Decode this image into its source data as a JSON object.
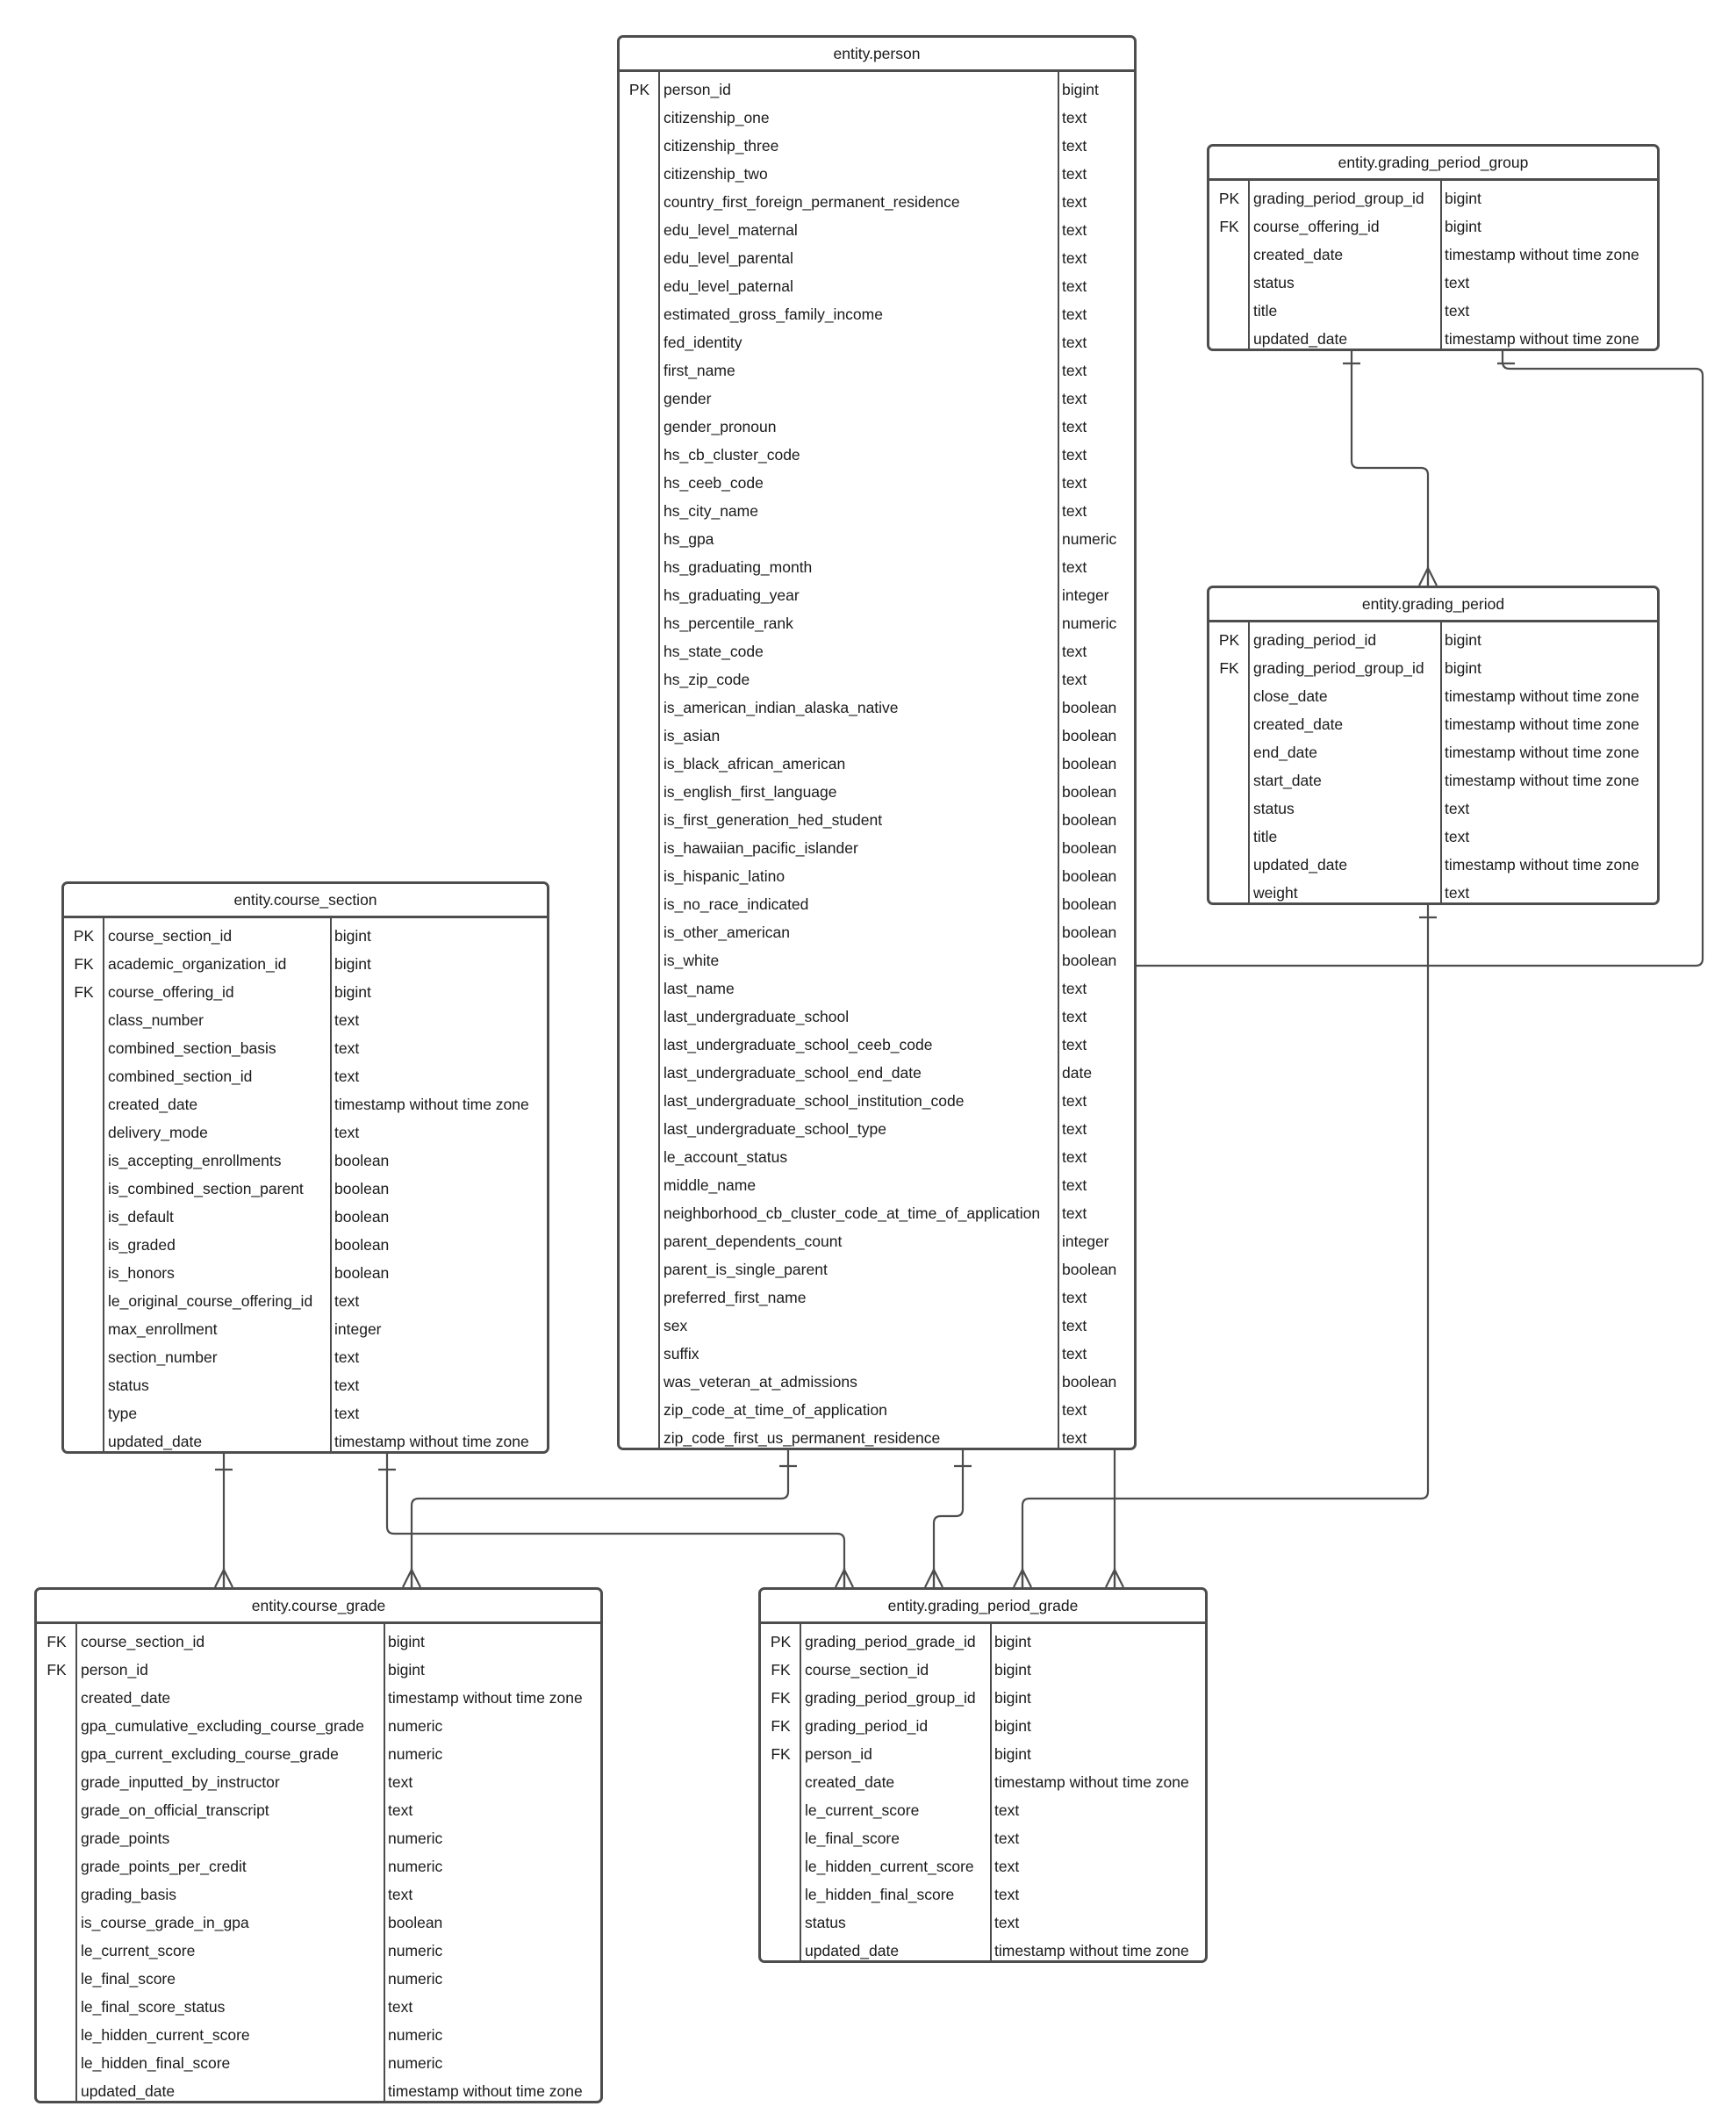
{
  "entities": {
    "person": {
      "title": "entity.person",
      "rows": [
        {
          "key": "PK",
          "name": "person_id",
          "type": "bigint"
        },
        {
          "key": "",
          "name": "citizenship_one",
          "type": "text"
        },
        {
          "key": "",
          "name": "citizenship_three",
          "type": "text"
        },
        {
          "key": "",
          "name": "citizenship_two",
          "type": "text"
        },
        {
          "key": "",
          "name": "country_first_foreign_permanent_residence",
          "type": "text"
        },
        {
          "key": "",
          "name": "edu_level_maternal",
          "type": "text"
        },
        {
          "key": "",
          "name": "edu_level_parental",
          "type": "text"
        },
        {
          "key": "",
          "name": "edu_level_paternal",
          "type": "text"
        },
        {
          "key": "",
          "name": "estimated_gross_family_income",
          "type": "text"
        },
        {
          "key": "",
          "name": "fed_identity",
          "type": "text"
        },
        {
          "key": "",
          "name": "first_name",
          "type": "text"
        },
        {
          "key": "",
          "name": "gender",
          "type": "text"
        },
        {
          "key": "",
          "name": "gender_pronoun",
          "type": "text"
        },
        {
          "key": "",
          "name": "hs_cb_cluster_code",
          "type": "text"
        },
        {
          "key": "",
          "name": "hs_ceeb_code",
          "type": "text"
        },
        {
          "key": "",
          "name": "hs_city_name",
          "type": "text"
        },
        {
          "key": "",
          "name": "hs_gpa",
          "type": "numeric"
        },
        {
          "key": "",
          "name": "hs_graduating_month",
          "type": "text"
        },
        {
          "key": "",
          "name": "hs_graduating_year",
          "type": "integer"
        },
        {
          "key": "",
          "name": "hs_percentile_rank",
          "type": "numeric"
        },
        {
          "key": "",
          "name": "hs_state_code",
          "type": "text"
        },
        {
          "key": "",
          "name": "hs_zip_code",
          "type": "text"
        },
        {
          "key": "",
          "name": "is_american_indian_alaska_native",
          "type": "boolean"
        },
        {
          "key": "",
          "name": "is_asian",
          "type": "boolean"
        },
        {
          "key": "",
          "name": "is_black_african_american",
          "type": "boolean"
        },
        {
          "key": "",
          "name": "is_english_first_language",
          "type": "boolean"
        },
        {
          "key": "",
          "name": "is_first_generation_hed_student",
          "type": "boolean"
        },
        {
          "key": "",
          "name": "is_hawaiian_pacific_islander",
          "type": "boolean"
        },
        {
          "key": "",
          "name": "is_hispanic_latino",
          "type": "boolean"
        },
        {
          "key": "",
          "name": "is_no_race_indicated",
          "type": "boolean"
        },
        {
          "key": "",
          "name": "is_other_american",
          "type": "boolean"
        },
        {
          "key": "",
          "name": "is_white",
          "type": "boolean"
        },
        {
          "key": "",
          "name": "last_name",
          "type": "text"
        },
        {
          "key": "",
          "name": "last_undergraduate_school",
          "type": "text"
        },
        {
          "key": "",
          "name": "last_undergraduate_school_ceeb_code",
          "type": "text"
        },
        {
          "key": "",
          "name": "last_undergraduate_school_end_date",
          "type": "date"
        },
        {
          "key": "",
          "name": "last_undergraduate_school_institution_code",
          "type": "text"
        },
        {
          "key": "",
          "name": "last_undergraduate_school_type",
          "type": "text"
        },
        {
          "key": "",
          "name": "le_account_status",
          "type": "text"
        },
        {
          "key": "",
          "name": "middle_name",
          "type": "text"
        },
        {
          "key": "",
          "name": "neighborhood_cb_cluster_code_at_time_of_application",
          "type": "text"
        },
        {
          "key": "",
          "name": "parent_dependents_count",
          "type": "integer"
        },
        {
          "key": "",
          "name": "parent_is_single_parent",
          "type": "boolean"
        },
        {
          "key": "",
          "name": "preferred_first_name",
          "type": "text"
        },
        {
          "key": "",
          "name": "sex",
          "type": "text"
        },
        {
          "key": "",
          "name": "suffix",
          "type": "text"
        },
        {
          "key": "",
          "name": "was_veteran_at_admissions",
          "type": "boolean"
        },
        {
          "key": "",
          "name": "zip_code_at_time_of_application",
          "type": "text"
        },
        {
          "key": "",
          "name": "zip_code_first_us_permanent_residence",
          "type": "text"
        }
      ]
    },
    "grading_period_group": {
      "title": "entity.grading_period_group",
      "rows": [
        {
          "key": "PK",
          "name": "grading_period_group_id",
          "type": "bigint"
        },
        {
          "key": "FK",
          "name": "course_offering_id",
          "type": "bigint"
        },
        {
          "key": "",
          "name": "created_date",
          "type": "timestamp without time zone"
        },
        {
          "key": "",
          "name": "status",
          "type": "text"
        },
        {
          "key": "",
          "name": "title",
          "type": "text"
        },
        {
          "key": "",
          "name": "updated_date",
          "type": "timestamp without time zone"
        }
      ]
    },
    "grading_period": {
      "title": "entity.grading_period",
      "rows": [
        {
          "key": "PK",
          "name": "grading_period_id",
          "type": "bigint"
        },
        {
          "key": "FK",
          "name": "grading_period_group_id",
          "type": "bigint"
        },
        {
          "key": "",
          "name": "close_date",
          "type": "timestamp without time zone"
        },
        {
          "key": "",
          "name": "created_date",
          "type": "timestamp without time zone"
        },
        {
          "key": "",
          "name": "end_date",
          "type": "timestamp without time zone"
        },
        {
          "key": "",
          "name": "start_date",
          "type": "timestamp without time zone"
        },
        {
          "key": "",
          "name": "status",
          "type": "text"
        },
        {
          "key": "",
          "name": "title",
          "type": "text"
        },
        {
          "key": "",
          "name": "updated_date",
          "type": "timestamp without time zone"
        },
        {
          "key": "",
          "name": "weight",
          "type": "text"
        }
      ]
    },
    "course_section": {
      "title": "entity.course_section",
      "rows": [
        {
          "key": "PK",
          "name": "course_section_id",
          "type": "bigint"
        },
        {
          "key": "FK",
          "name": "academic_organization_id",
          "type": "bigint"
        },
        {
          "key": "FK",
          "name": "course_offering_id",
          "type": "bigint"
        },
        {
          "key": "",
          "name": "class_number",
          "type": "text"
        },
        {
          "key": "",
          "name": "combined_section_basis",
          "type": "text"
        },
        {
          "key": "",
          "name": "combined_section_id",
          "type": "text"
        },
        {
          "key": "",
          "name": "created_date",
          "type": "timestamp without time zone"
        },
        {
          "key": "",
          "name": "delivery_mode",
          "type": "text"
        },
        {
          "key": "",
          "name": "is_accepting_enrollments",
          "type": "boolean"
        },
        {
          "key": "",
          "name": "is_combined_section_parent",
          "type": "boolean"
        },
        {
          "key": "",
          "name": "is_default",
          "type": "boolean"
        },
        {
          "key": "",
          "name": "is_graded",
          "type": "boolean"
        },
        {
          "key": "",
          "name": "is_honors",
          "type": "boolean"
        },
        {
          "key": "",
          "name": "le_original_course_offering_id",
          "type": "text"
        },
        {
          "key": "",
          "name": "max_enrollment",
          "type": "integer"
        },
        {
          "key": "",
          "name": "section_number",
          "type": "text"
        },
        {
          "key": "",
          "name": "status",
          "type": "text"
        },
        {
          "key": "",
          "name": "type",
          "type": "text"
        },
        {
          "key": "",
          "name": "updated_date",
          "type": "timestamp without time zone"
        }
      ]
    },
    "course_grade": {
      "title": "entity.course_grade",
      "rows": [
        {
          "key": "FK",
          "name": "course_section_id",
          "type": "bigint"
        },
        {
          "key": "FK",
          "name": "person_id",
          "type": "bigint"
        },
        {
          "key": "",
          "name": "created_date",
          "type": "timestamp without time zone"
        },
        {
          "key": "",
          "name": "gpa_cumulative_excluding_course_grade",
          "type": "numeric"
        },
        {
          "key": "",
          "name": "gpa_current_excluding_course_grade",
          "type": "numeric"
        },
        {
          "key": "",
          "name": "grade_inputted_by_instructor",
          "type": "text"
        },
        {
          "key": "",
          "name": "grade_on_official_transcript",
          "type": "text"
        },
        {
          "key": "",
          "name": "grade_points",
          "type": "numeric"
        },
        {
          "key": "",
          "name": "grade_points_per_credit",
          "type": "numeric"
        },
        {
          "key": "",
          "name": "grading_basis",
          "type": "text"
        },
        {
          "key": "",
          "name": "is_course_grade_in_gpa",
          "type": "boolean"
        },
        {
          "key": "",
          "name": "le_current_score",
          "type": "numeric"
        },
        {
          "key": "",
          "name": "le_final_score",
          "type": "numeric"
        },
        {
          "key": "",
          "name": "le_final_score_status",
          "type": "text"
        },
        {
          "key": "",
          "name": "le_hidden_current_score",
          "type": "numeric"
        },
        {
          "key": "",
          "name": "le_hidden_final_score",
          "type": "numeric"
        },
        {
          "key": "",
          "name": "updated_date",
          "type": "timestamp without time zone"
        }
      ]
    },
    "grading_period_grade": {
      "title": "entity.grading_period_grade",
      "rows": [
        {
          "key": "PK",
          "name": "grading_period_grade_id",
          "type": "bigint"
        },
        {
          "key": "FK",
          "name": "course_section_id",
          "type": "bigint"
        },
        {
          "key": "FK",
          "name": "grading_period_group_id",
          "type": "bigint"
        },
        {
          "key": "FK",
          "name": "grading_period_id",
          "type": "bigint"
        },
        {
          "key": "FK",
          "name": "person_id",
          "type": "bigint"
        },
        {
          "key": "",
          "name": "created_date",
          "type": "timestamp without time zone"
        },
        {
          "key": "",
          "name": "le_current_score",
          "type": "text"
        },
        {
          "key": "",
          "name": "le_final_score",
          "type": "text"
        },
        {
          "key": "",
          "name": "le_hidden_current_score",
          "type": "text"
        },
        {
          "key": "",
          "name": "le_hidden_final_score",
          "type": "text"
        },
        {
          "key": "",
          "name": "status",
          "type": "text"
        },
        {
          "key": "",
          "name": "updated_date",
          "type": "timestamp without time zone"
        }
      ]
    }
  },
  "relationships": [
    {
      "from": "grading_period_group",
      "to": "grading_period",
      "from_cardinality": "one",
      "to_cardinality": "many"
    },
    {
      "from": "grading_period_group",
      "to": "grading_period_grade",
      "from_cardinality": "one",
      "to_cardinality": "many"
    },
    {
      "from": "grading_period",
      "to": "grading_period_grade",
      "from_cardinality": "one",
      "to_cardinality": "many"
    },
    {
      "from": "person",
      "to": "course_grade",
      "from_cardinality": "one",
      "to_cardinality": "many"
    },
    {
      "from": "person",
      "to": "grading_period_grade",
      "from_cardinality": "one",
      "to_cardinality": "many"
    },
    {
      "from": "course_section",
      "to": "course_grade",
      "from_cardinality": "one",
      "to_cardinality": "many"
    },
    {
      "from": "course_section",
      "to": "grading_period_grade",
      "from_cardinality": "one",
      "to_cardinality": "many"
    }
  ],
  "colors": {
    "line": "#4d4d4d",
    "text": "#1a1a1a",
    "background": "#ffffff"
  }
}
